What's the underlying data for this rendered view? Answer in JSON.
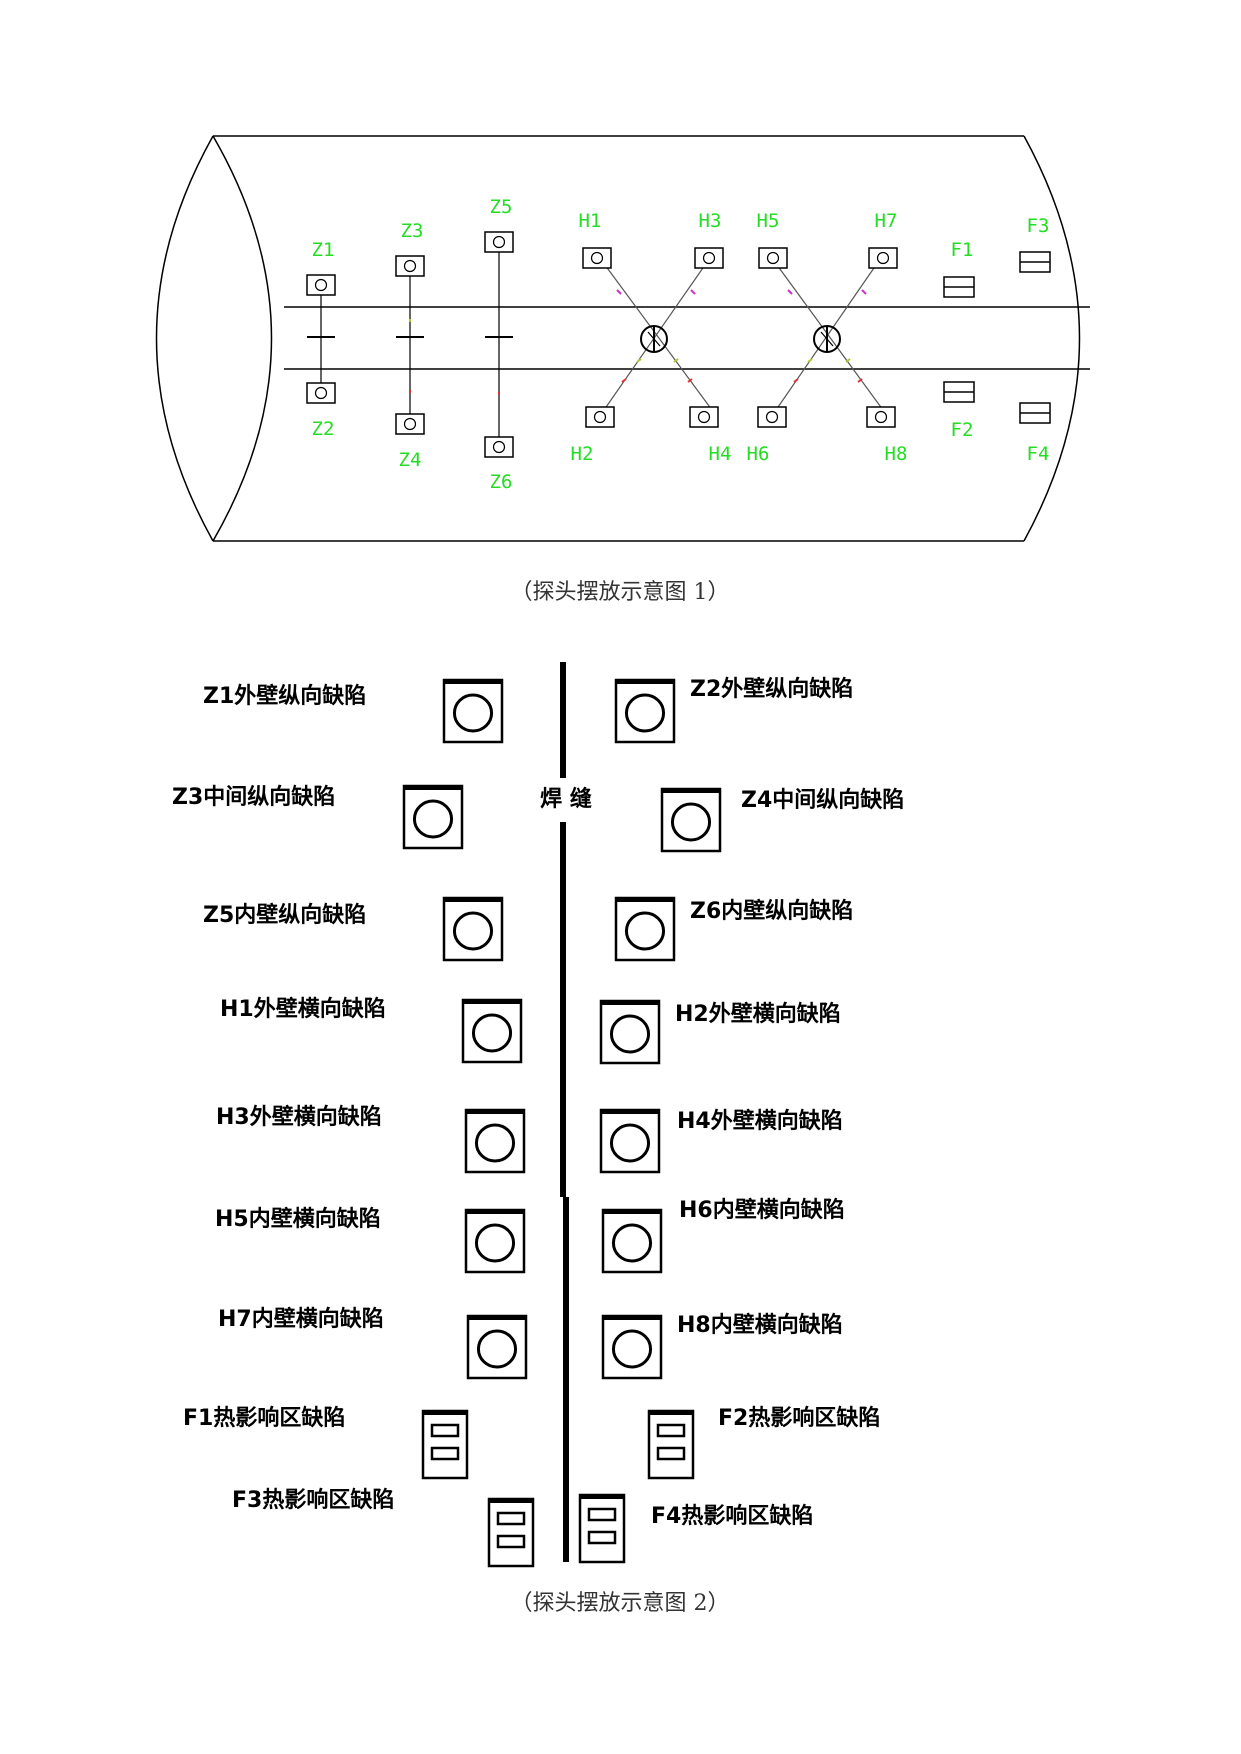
{
  "figure1": {
    "caption": "（探头摆放示意图 1）",
    "label_color": "#22dd22",
    "probes": [
      {
        "id": "z1",
        "label": "Z1"
      },
      {
        "id": "z2",
        "label": "Z2"
      },
      {
        "id": "z3",
        "label": "Z3"
      },
      {
        "id": "z4",
        "label": "Z4"
      },
      {
        "id": "z5",
        "label": "Z5"
      },
      {
        "id": "z6",
        "label": "Z6"
      },
      {
        "id": "h1",
        "label": "H1"
      },
      {
        "id": "h2",
        "label": "H2"
      },
      {
        "id": "h3",
        "label": "H3"
      },
      {
        "id": "h4",
        "label": "H4"
      },
      {
        "id": "h5",
        "label": "H5"
      },
      {
        "id": "h6",
        "label": "H6"
      },
      {
        "id": "h7",
        "label": "H7"
      },
      {
        "id": "h8",
        "label": "H8"
      },
      {
        "id": "f1",
        "label": "F1"
      },
      {
        "id": "f2",
        "label": "F2"
      },
      {
        "id": "f3",
        "label": "F3"
      },
      {
        "id": "f4",
        "label": "F4"
      }
    ]
  },
  "figure2": {
    "caption": "（探头摆放示意图 2）",
    "weld_label": "焊  缝",
    "defects": [
      {
        "id": "z1",
        "label": "Z1外壁纵向缺陷"
      },
      {
        "id": "z2",
        "label": "Z2外壁纵向缺陷"
      },
      {
        "id": "z3",
        "label": "Z3中间纵向缺陷"
      },
      {
        "id": "z4",
        "label": "Z4中间纵向缺陷"
      },
      {
        "id": "z5",
        "label": "Z5内壁纵向缺陷"
      },
      {
        "id": "z6",
        "label": "Z6内壁纵向缺陷"
      },
      {
        "id": "h1",
        "label": "H1外壁横向缺陷"
      },
      {
        "id": "h2",
        "label": "H2外壁横向缺陷"
      },
      {
        "id": "h3",
        "label": "H3外壁横向缺陷"
      },
      {
        "id": "h4",
        "label": "H4外壁横向缺陷"
      },
      {
        "id": "h5",
        "label": "H5内壁横向缺陷"
      },
      {
        "id": "h6",
        "label": "H6内壁横向缺陷"
      },
      {
        "id": "h7",
        "label": "H7内壁横向缺陷"
      },
      {
        "id": "h8",
        "label": "H8内壁横向缺陷"
      },
      {
        "id": "f1",
        "label": "F1热影响区缺陷"
      },
      {
        "id": "f2",
        "label": "F2热影响区缺陷"
      },
      {
        "id": "f3",
        "label": "F3热影响区缺陷"
      },
      {
        "id": "f4",
        "label": "F4热影响区缺陷"
      }
    ]
  }
}
